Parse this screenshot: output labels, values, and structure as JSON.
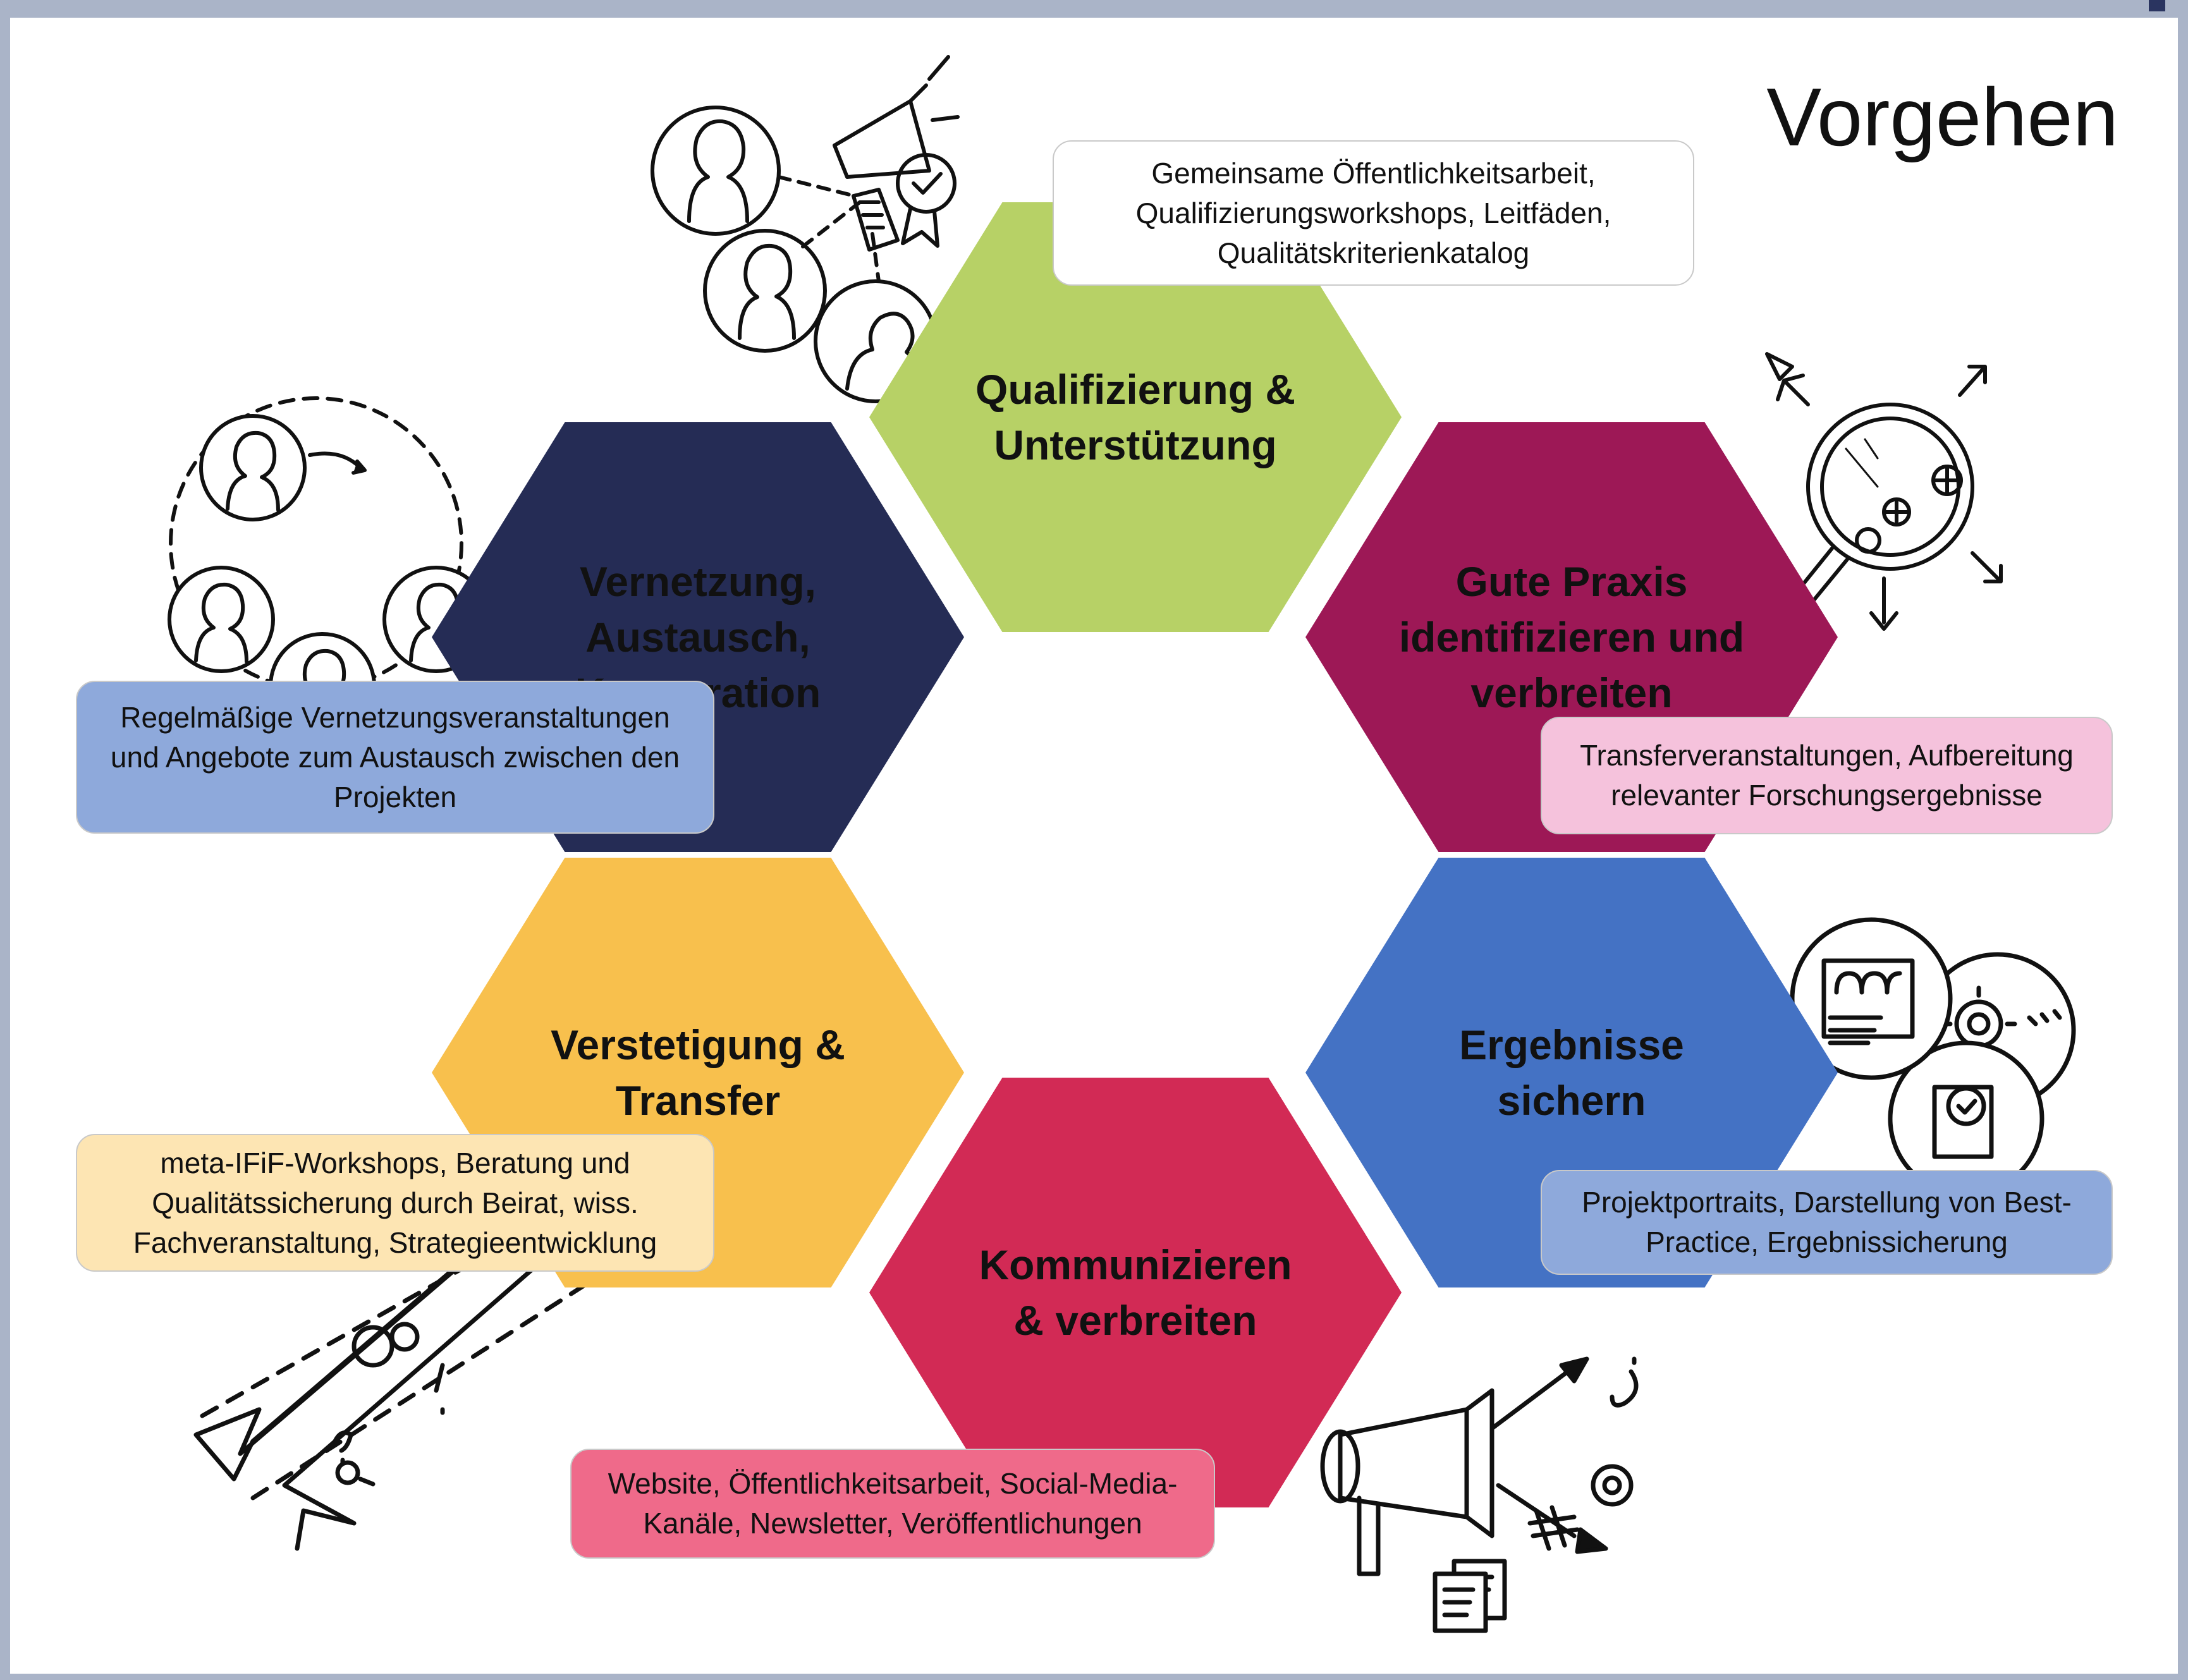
{
  "title": "Vorgehen",
  "colors": {
    "frame": "#aab4c8",
    "qualifizierung": "#b7d166",
    "vernetzung": "#252c55",
    "gute_praxis": "#9d1856",
    "verstetigung": "#f8c04d",
    "ergebnisse": "#4472c4",
    "kommunizieren": "#d22a55"
  },
  "hexagons": [
    {
      "id": "qualifizierung",
      "label": "Qualifizierung &\nUnterstützung"
    },
    {
      "id": "vernetzung",
      "label": "Vernetzung,\nAustausch,\nKooperation"
    },
    {
      "id": "gute_praxis",
      "label": "Gute Praxis\nidentifizieren und\nverbreiten"
    },
    {
      "id": "verstetigung",
      "label": "Verstetigung &\nTransfer"
    },
    {
      "id": "ergebnisse",
      "label": "Ergebnisse\nsichern"
    },
    {
      "id": "kommunizieren",
      "label": "Kommunizieren\n& verbreiten"
    }
  ],
  "boxes": {
    "qualifizierung": "Gemeinsame Öffentlichkeitsarbeit,\nQualifizierungsworkshops, Leitfäden,\nQualitätskriterienkatalog",
    "vernetzung": "Regelmäßige Vernetzungsveranstaltungen\nund Angebote zum Austausch zwischen den\nProjekten",
    "gute_praxis": "Transferveranstaltungen, Aufbereitung\nrelevanter Forschungsergebnisse",
    "verstetigung": "meta-IFiF-Workshops, Beratung und\nQualitätssicherung durch Beirat, wiss.\nFachveranstaltung, Strategieentwicklung",
    "ergebnisse": "Projektportraits, Darstellung von Best-\nPractice, Ergebnissicherung",
    "kommunizieren": "Website, Öffentlichkeitsarbeit, Social-Media-\nKanäle, Newsletter, Veröffentlichungen"
  },
  "illustrations": {
    "network_people": "people-network-illustration",
    "cycle_people": "people-cycle-illustration",
    "magnifier": "magnifier-arrows-illustration",
    "documents_gears": "documents-gears-illustration",
    "road_arrows": "road-arrows-illustration",
    "megaphone": "megaphone-social-illustration"
  }
}
